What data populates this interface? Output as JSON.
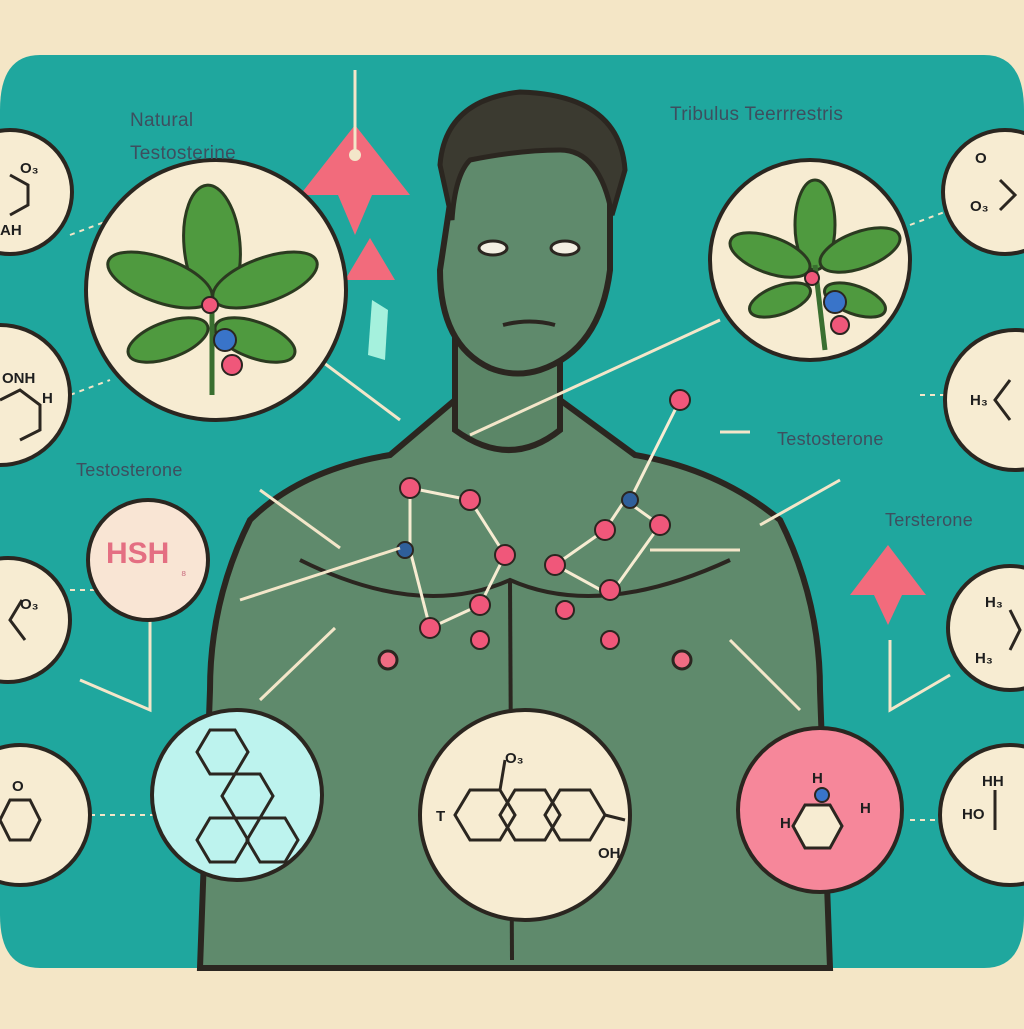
{
  "labels": {
    "natural_line1": "Natural",
    "natural_line2": "Testosterine",
    "tribulus": "Tribulus Teerrrestris",
    "testosterone_left": "Testosterone",
    "testosterone_right": "Testosterone",
    "tersterone": "Tersterone"
  },
  "badge": {
    "hsh": "HSH",
    "hsh_sub": "₈"
  },
  "chem_text": {
    "left1_a": "O₃",
    "left1_b": "AH",
    "left2_a": "ONH",
    "left2_b": "H",
    "left3": "O₃",
    "left4": "O",
    "right1_a": "O",
    "right1_b": "O₃",
    "right2": "H₃",
    "right3_a": "H₃",
    "right3_b": "H₃",
    "right4_a": "HH",
    "right4_b": "HO",
    "center_a": "O₃",
    "center_b": "OH",
    "center_c": "T",
    "pink_a": "H",
    "pink_b": "H",
    "pink_c": "H"
  },
  "colors": {
    "teal_background": "#1fa79e",
    "cream": "#f7ecd2",
    "skin": "#5f8a6c",
    "outline": "#2b2620",
    "pink_arrow": "#f26b7c",
    "leaf": "#4f9a3f",
    "pink_circle": "#f6879a",
    "aqua_circle": "#bdf3ee"
  }
}
